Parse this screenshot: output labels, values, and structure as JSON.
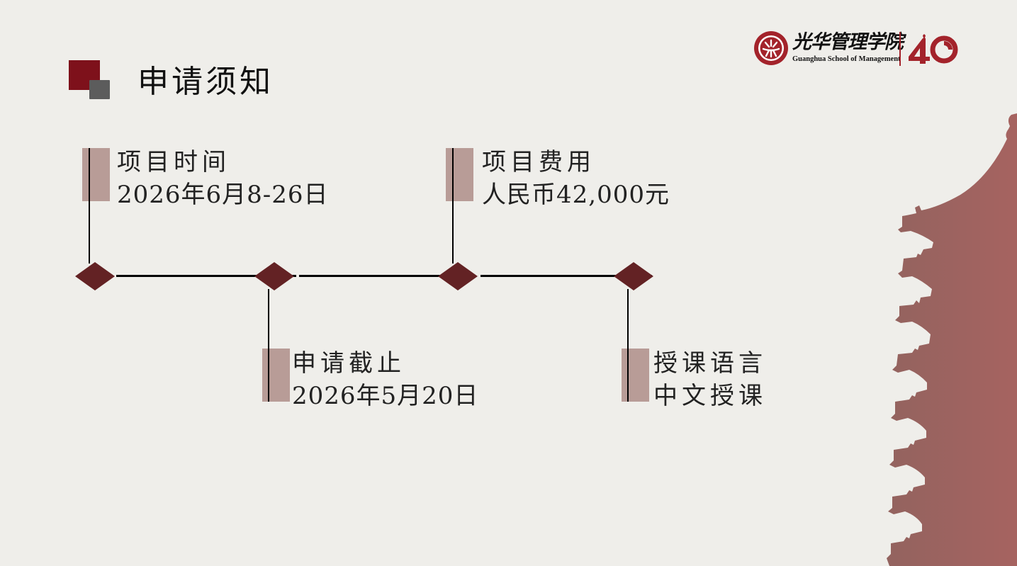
{
  "header": {
    "title": "申请须知",
    "logo": {
      "name_cn": "光华管理学院",
      "name_en": "Guanghua School of Management",
      "anniversary": "40",
      "brand_color": "#a3232b"
    }
  },
  "colors": {
    "background": "#efeeea",
    "accent_red": "#7e111b",
    "accent_gray": "#5c5c5c",
    "diamond": "#632224",
    "label_bar": "#b89c97",
    "pagoda_left": "#93635f",
    "pagoda_right": "#a66360"
  },
  "timeline": {
    "items": [
      {
        "heading": "项目时间",
        "value": "2026年6月8-26日",
        "position": "above"
      },
      {
        "heading": "申请截止",
        "value": "2026年5月20日",
        "position": "below"
      },
      {
        "heading": "项目费用",
        "value": "人民币42,000元",
        "position": "above"
      },
      {
        "heading": "授课语言",
        "value": "中文授课",
        "position": "below"
      }
    ]
  }
}
